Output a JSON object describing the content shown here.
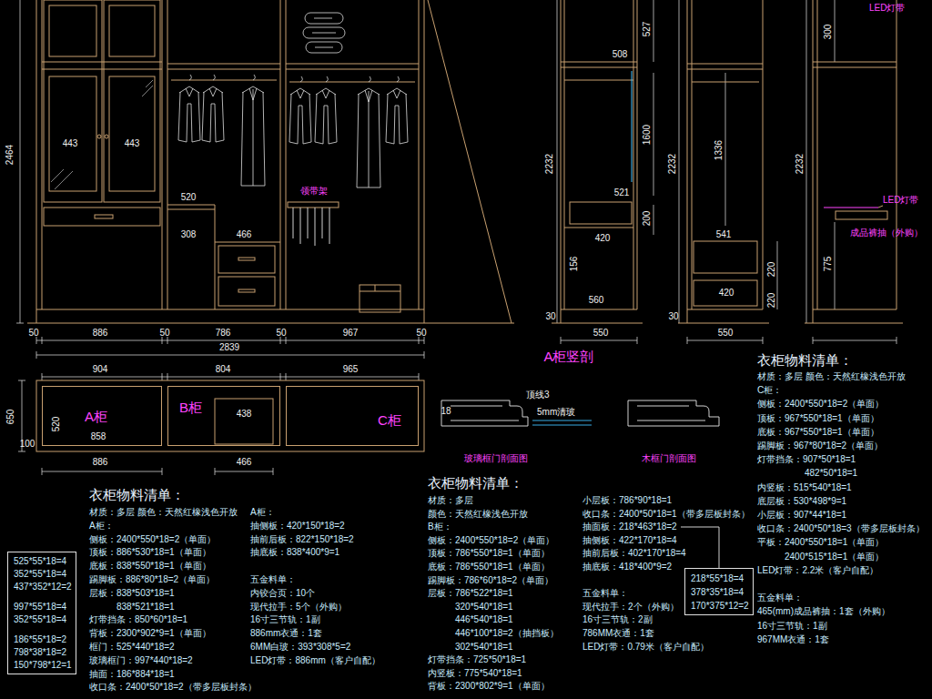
{
  "diagram": {
    "nodes": [
      {
        "text": [
          "A柜"
        ]
      },
      {
        "text": [
          "B柜"
        ]
      },
      {
        "text": [
          "C柜"
        ]
      },
      {
        "text": [
          "525*55*18=4",
          "352*55*18=4",
          "437*352*12=2",
          "997*55*18=4",
          "352*55*18=4",
          "186*55*18=2",
          "798*38*18=2",
          "150*798*12=1"
        ]
      },
      {
        "text": [
          "218*55*18=4",
          "378*35*18=4",
          "170*375*12=2"
        ]
      }
    ],
    "labels": [
      "2464",
      "443",
      "443",
      "520",
      "308",
      "466",
      "领带架",
      "50",
      "886",
      "50",
      "786",
      "50",
      "967",
      "50",
      "2839",
      "904",
      "804",
      "965",
      "650",
      "520",
      "100",
      "858",
      "886",
      "438",
      "466",
      "527",
      "508",
      "2232",
      "1600",
      "521",
      "200",
      "420",
      "156",
      "560",
      "30",
      "550",
      "A柜竖剖",
      "2232",
      "1336",
      "541",
      "220",
      "420",
      "220",
      "30",
      "550",
      "LED灯带",
      "300",
      "2232",
      "LED灯带",
      "775",
      "成品裤抽（外购）",
      "顶线3",
      "5mm清玻",
      "18",
      "玻璃框门剖面图",
      "木框门剖面图",
      "衣柜物料清单：",
      "材质：多层 颜色：天然红橡浅色开放",
      "A柜：",
      "侧板：2400*550*18=2（单面）",
      "顶板：886*530*18=1（单面）",
      "底板：838*550*18=1（单面）",
      "踢脚板：886*80*18=2（单面）",
      "层板：838*503*18=1",
      "838*521*18=1",
      "灯带挡条：850*60*18=1",
      "背板：2300*902*9=1（单面）",
      "框门：525*440*18=2",
      "玻璃框门：997*440*18=2",
      "抽面：186*884*18=1",
      "收口条：2400*50*18=2（带多层板封条）",
      "A柜：",
      "抽侧板：420*150*18=2",
      "抽前后板：822*150*18=2",
      "抽底板：838*400*9=1",
      "五金料单：",
      "内铰合页：10个",
      "现代拉手：5个（外购）",
      "16寸三节轨：1副",
      "886mm衣通：1套",
      "6MM白玻：393*308*5=2",
      "LED灯带：886mm（客户自配）",
      "衣柜物料清单：",
      "材质：多层",
      "颜色：天然红橡浅色开放",
      "B柜：",
      "侧板：2400*550*18=2（单面）",
      "顶板：786*550*18=1（单面）",
      "底板：786*550*18=1（单面）",
      "踢脚板：786*60*18=2（单面）",
      "层板：786*522*18=1",
      "320*540*18=1",
      "446*540*18=1",
      "446*100*18=2（抽挡板）",
      "302*540*18=1",
      "灯带挡条：725*50*18=1",
      "内竖板：775*540*18=1",
      "背板：2300*802*9=1（单面）",
      "小层板：786*90*18=1",
      "收口条：2400*50*18=1（带多层板封条）",
      "抽面板：218*463*18=2",
      "抽侧板：422*170*18=4",
      "抽前后板：402*170*18=4",
      "抽底板：418*400*9=2",
      "五金料单：",
      "现代拉手：2个（外购）",
      "16寸三节轨：2副",
      "786MM衣通：1套",
      "LED灯带：0.79米（客户自配）",
      "衣柜物料清单：",
      "材质：多层 颜色：天然红橡浅色开放",
      "C柜：",
      "侧板：2400*550*18=2（单面）",
      "顶板：967*550*18=1（单面）",
      "底板：967*550*18=1（单面）",
      "踢脚板：967*80*18=2（单面）",
      "灯带挡条：907*50*18=1",
      "482*50*18=1",
      "内竖板：515*540*18=1",
      "底层板：530*498*9=1",
      "小层板：907*44*18=1",
      "收口条：2400*50*18=3（带多层板封条）",
      "平板：2400*550*18=1（单面）",
      "2400*515*18=1（单面）",
      "LED灯带：2.2米（客户自配）",
      "五金料单：",
      "465(mm)成品裤抽：1套（外购）",
      "16寸三节轨：1副",
      "967MM衣通：1套"
    ]
  }
}
